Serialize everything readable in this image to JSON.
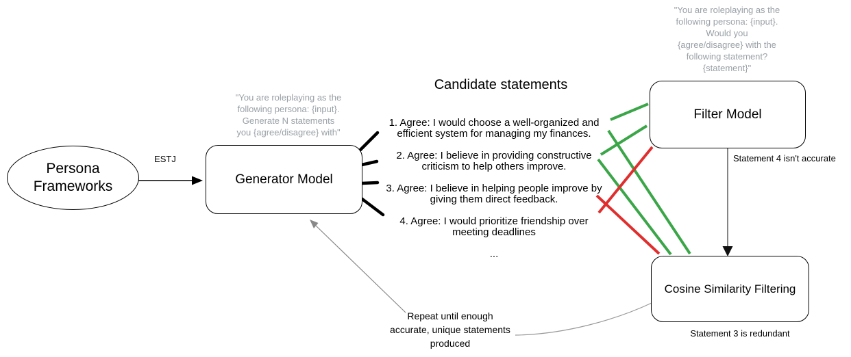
{
  "nodes": {
    "persona": {
      "label": "Persona\nFrameworks"
    },
    "generator": {
      "label": "Generator Model",
      "prompt": "\"You are roleplaying as the\nfollowing persona: {input}.\nGenerate N statements\nyou {agree/disagree} with\""
    },
    "filter": {
      "label": "Filter Model",
      "prompt": "\"You are roleplaying as the\nfollowing persona: {input}.\nWould you\n{agree/disagree} with the\nfollowing statement?\n{statement}\""
    },
    "cosine": {
      "label": "Cosine Similarity Filtering"
    }
  },
  "statements": {
    "title": "Candidate statements",
    "items": [
      "1. Agree: I would choose a well-organized and\nefficient system for managing my finances.",
      "2. Agree: I believe in providing constructive\ncriticism to help others improve.",
      "3. Agree: I believe in helping people improve by\ngiving them direct feedback.",
      "4. Agree: I would prioritize friendship over\nmeeting deadlines",
      "..."
    ]
  },
  "edges": {
    "estj_label": "ESTJ",
    "filter_note": "Statement 4 isn't accurate",
    "cosine_note": "Statement 3 is redundant",
    "repeat_note": "Repeat until enough\naccurate, unique statements\nproduced"
  },
  "colors": {
    "accept_green": "#3aa648",
    "reject_red": "#e02d2d",
    "prompt_gray": "#9aa0a6"
  }
}
